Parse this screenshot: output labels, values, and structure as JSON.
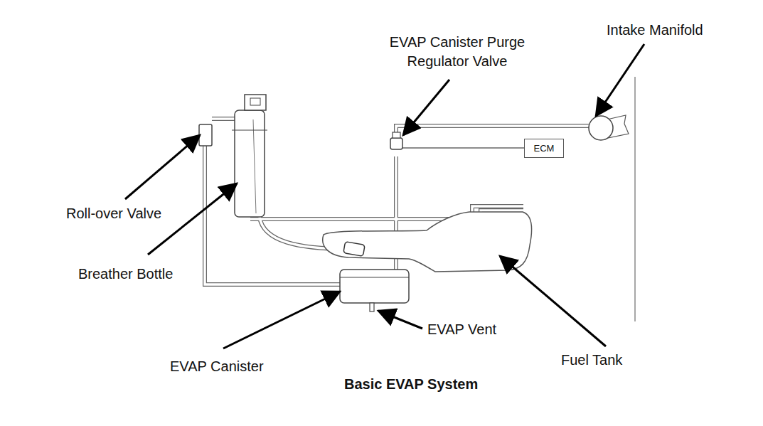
{
  "diagram": {
    "caption": "Basic EVAP System",
    "nodes": [
      {
        "text": [
          "ECM"
        ]
      }
    ],
    "edges": [],
    "labels": [
      "Intake Manifold",
      "EVAP Canister Purge Regulator Valve",
      "Roll-over Valve",
      "Breather Bottle",
      "EVAP Vent",
      "EVAP Canister",
      "Fuel Tank"
    ]
  }
}
